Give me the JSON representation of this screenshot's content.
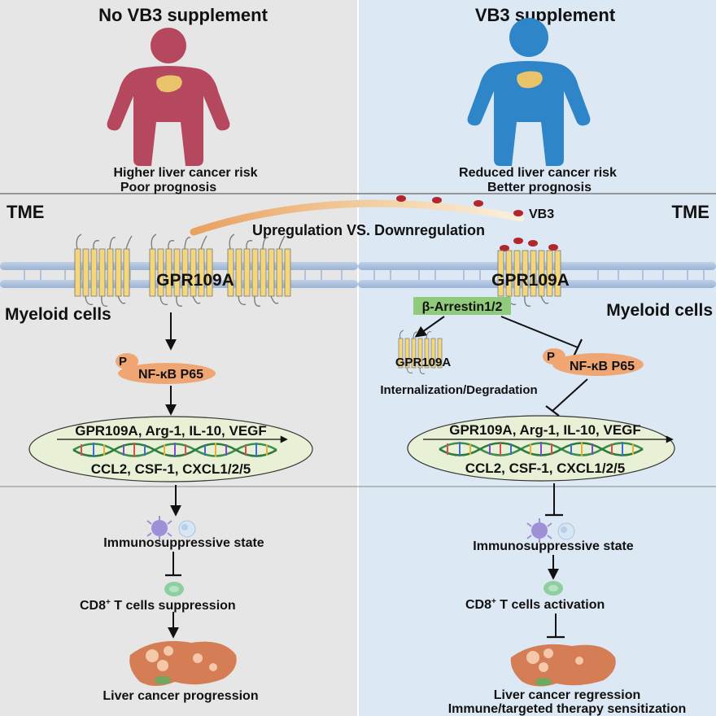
{
  "left": {
    "title": "No VB3 supplement",
    "risk": "Higher liver cancer risk",
    "prognosis": "Poor prognosis",
    "tme": "TME",
    "receptor": "GPR109A",
    "cell": "Myeloid cells",
    "phospho": "P",
    "nfkb": "NF-κB P65",
    "genes_line1": "GPR109A, Arg-1, IL-10, VEGF",
    "genes_line2": "CCL2, CSF-1, CXCL1/2/5",
    "immune_state": "Immunosuppressive state",
    "cd8_prefix": "CD8",
    "cd8_sup": "+",
    "cd8_suffix": " T cells suppression",
    "outcome": "Liver cancer progression"
  },
  "right": {
    "title": "VB3 supplement",
    "risk": "Reduced liver cancer risk",
    "prognosis": "Better prognosis",
    "tme": "TME",
    "ligand": "VB3",
    "receptor": "GPR109A",
    "cell": "Myeloid cells",
    "arrestin": "β-Arrestin1/2",
    "internal_receptor": "GPR109A",
    "internalization": "Internalization/Degradation",
    "phospho": "P",
    "nfkb": "NF-κB P65",
    "genes_line1": "GPR109A, Arg-1, IL-10, VEGF",
    "genes_line2": "CCL2, CSF-1, CXCL1/2/5",
    "immune_state": "Immunosuppressive state",
    "cd8_prefix": "CD8",
    "cd8_sup": "+",
    "cd8_suffix": " T cells activation",
    "outcome_line1": "Liver cancer regression",
    "outcome_line2": "Immune/targeted therapy sensitization"
  },
  "center": {
    "comparison": "Upregulation VS. Downregulation"
  },
  "colors": {
    "left_bg": "#e6e6e6",
    "right_bg": "#dce8f4",
    "left_person": "#b5475f",
    "right_person": "#2e86c8",
    "liver_icon": "#e9c46a",
    "receptor": "#f4d77a",
    "vb3_dot": "#b3262c",
    "nfkb": "#f0a673",
    "arrestin": "#8fcb7a",
    "dna_ellipse": "#e8f1d6",
    "liver": "#d57d55"
  }
}
